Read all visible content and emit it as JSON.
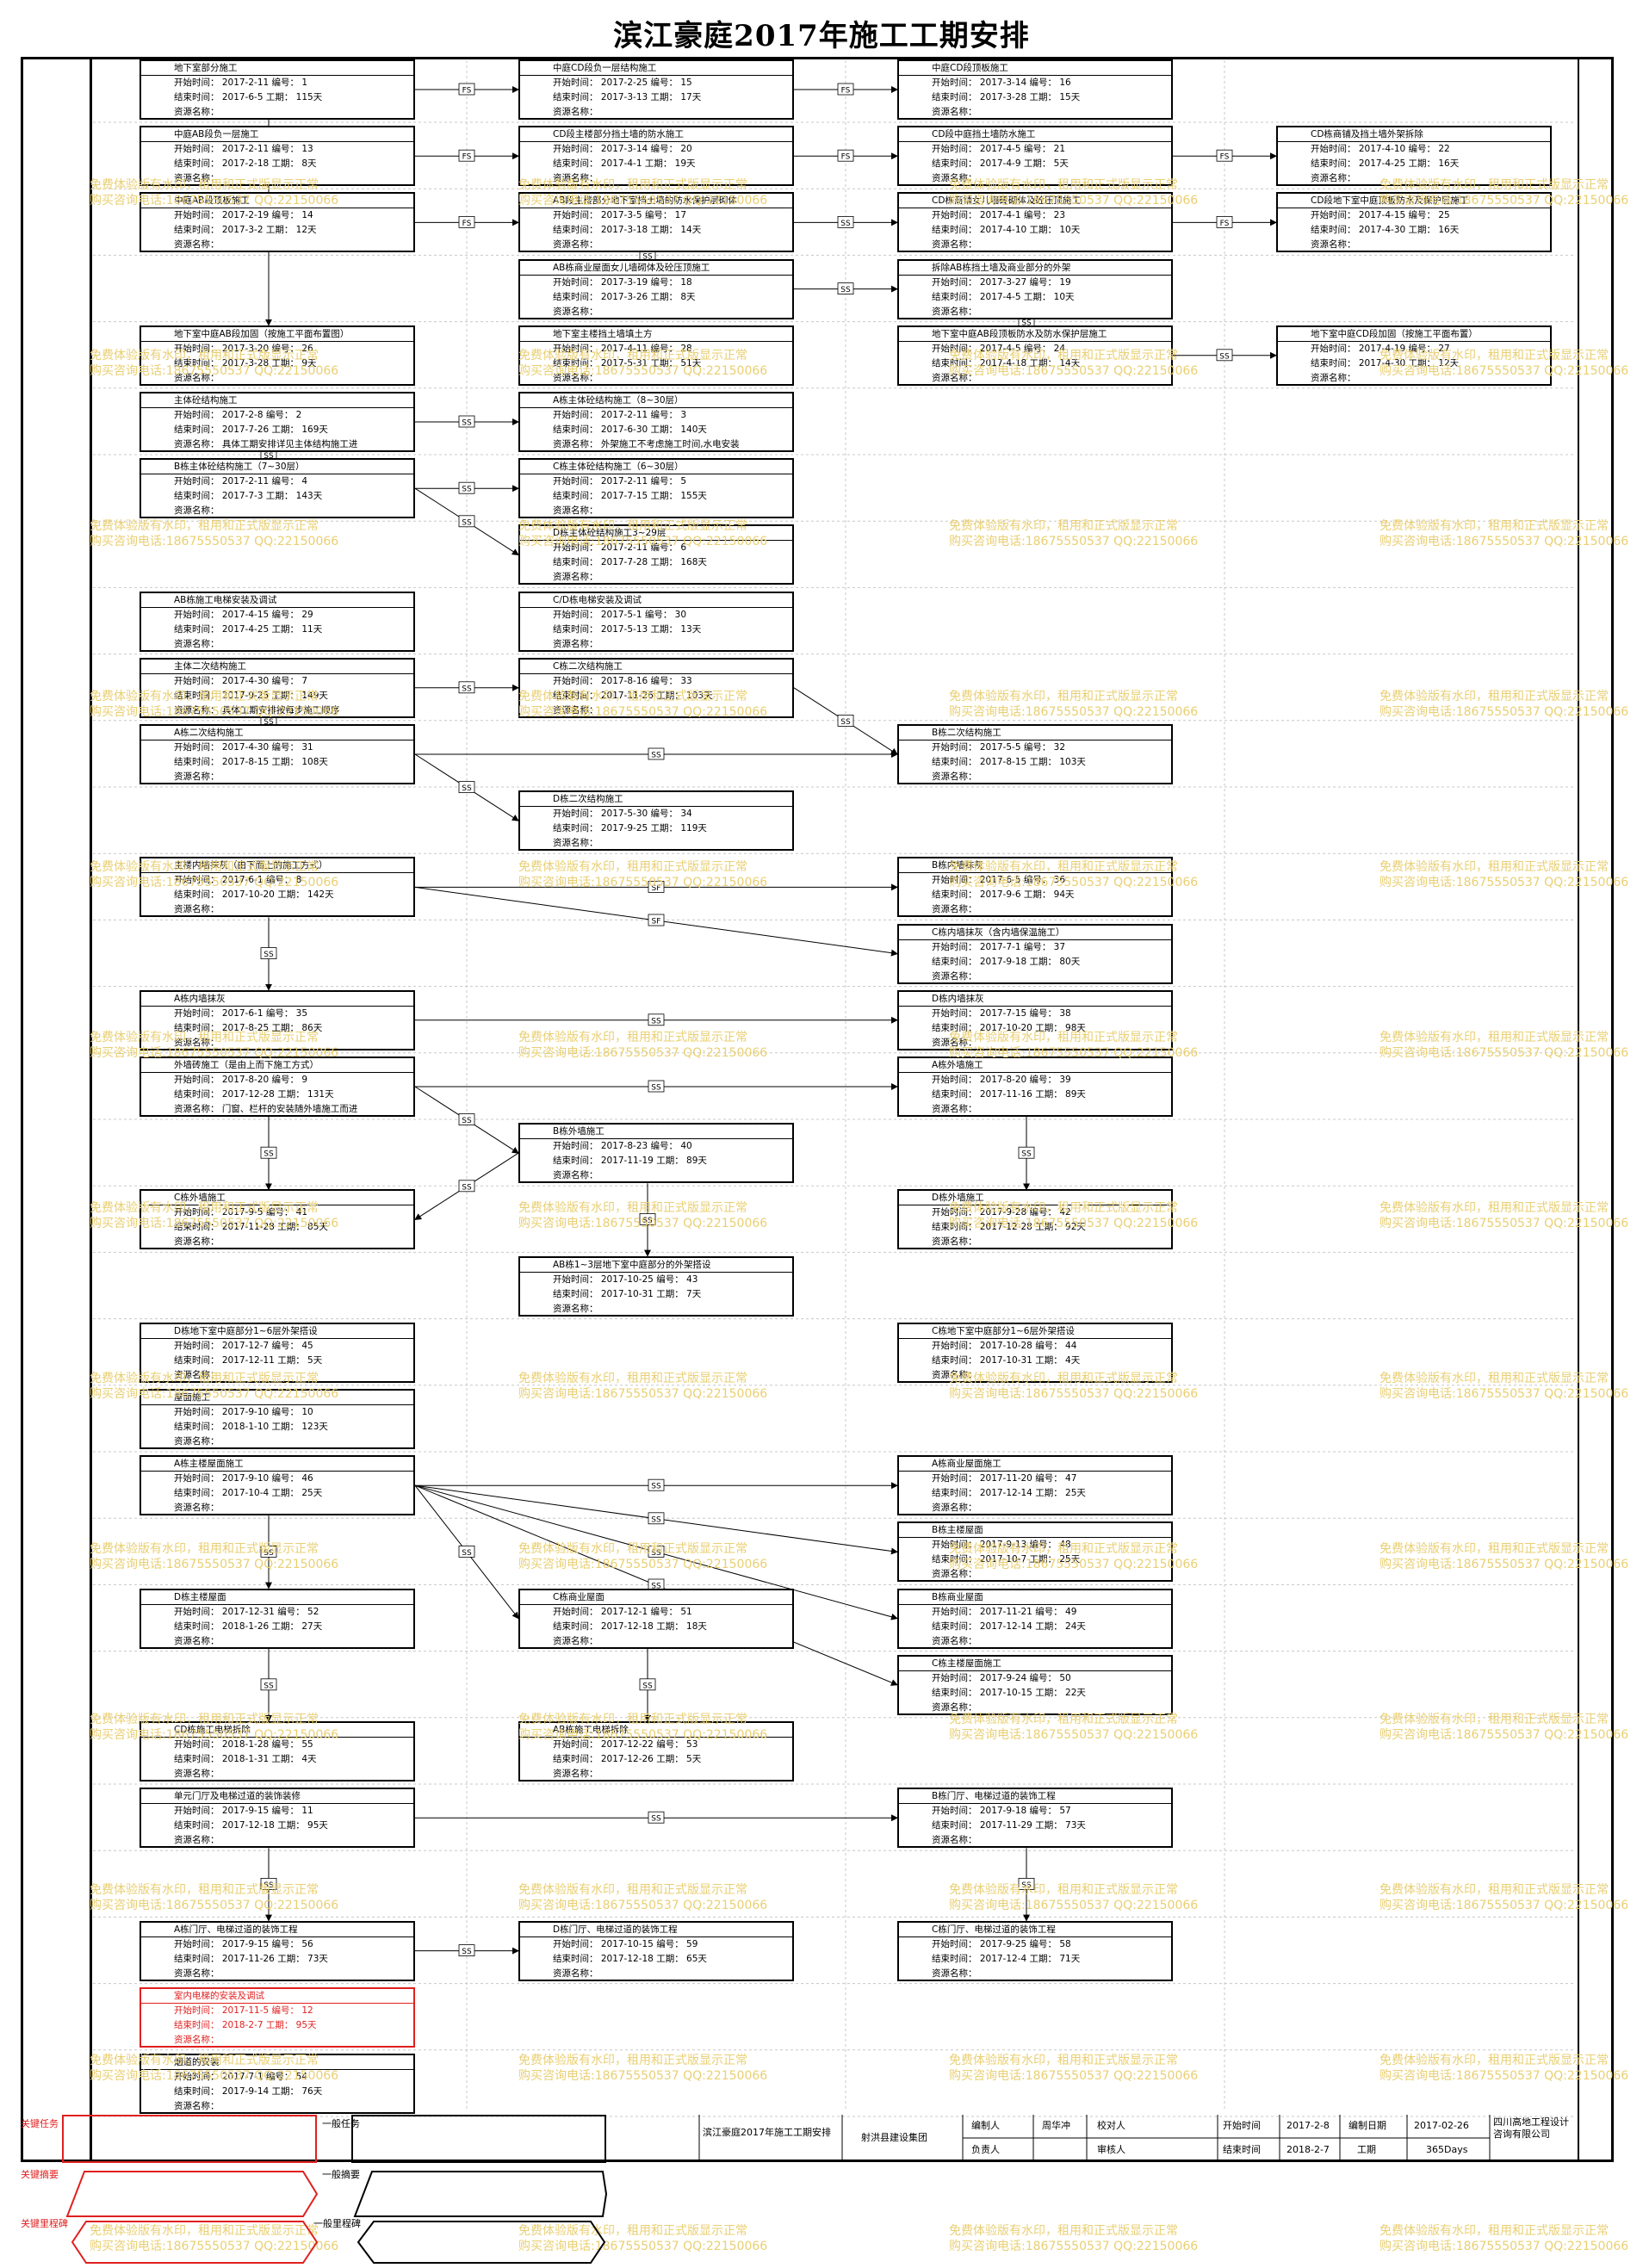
{
  "title": "滨江豪庭2017年施工工期安排",
  "labels": {
    "start": "开始时间：",
    "end": "结束时间：",
    "id": "编号：",
    "dur": "工期：",
    "res": "资源名称："
  },
  "watermark": {
    "line1": "免费体验版有水印，租用和正式版显示正常",
    "line2": "购买咨询电话:18675550537 QQ:22150066"
  },
  "colors": {
    "critical": "#e02020",
    "watermark": "#e9cf73",
    "normal": "#000000"
  },
  "tasks": [
    {
      "name": "地下室部分施工",
      "start": "2017-2-11",
      "id": "1",
      "end": "2017-6-5",
      "dur": "115天",
      "res": ""
    },
    {
      "name": "中庭CD段负一层结构施工",
      "start": "2017-2-25",
      "id": "15",
      "end": "2017-3-13",
      "dur": "17天",
      "res": ""
    },
    {
      "name": "中庭CD段顶板施工",
      "start": "2017-3-14",
      "id": "16",
      "end": "2017-3-28",
      "dur": "15天",
      "res": ""
    },
    {
      "name": "中庭AB段负一层施工",
      "start": "2017-2-11",
      "id": "13",
      "end": "2017-2-18",
      "dur": "8天",
      "res": ""
    },
    {
      "name": "CD段主楼部分挡土墙的防水施工",
      "start": "2017-3-14",
      "id": "20",
      "end": "2017-4-1",
      "dur": "19天",
      "res": ""
    },
    {
      "name": "CD段中庭挡土墙防水施工",
      "start": "2017-4-5",
      "id": "21",
      "end": "2017-4-9",
      "dur": "5天",
      "res": ""
    },
    {
      "name": "CD栋商铺及挡土墙外架拆除",
      "start": "2017-4-10",
      "id": "22",
      "end": "2017-4-25",
      "dur": "16天",
      "res": ""
    },
    {
      "name": "中庭AB段顶板施工",
      "start": "2017-2-19",
      "id": "14",
      "end": "2017-3-2",
      "dur": "12天",
      "res": ""
    },
    {
      "name": "AB段主楼部分地下室挡土墙的防水保护层砌体",
      "start": "2017-3-5",
      "id": "17",
      "end": "2017-3-18",
      "dur": "14天",
      "res": ""
    },
    {
      "name": "CD栋商铺女儿墙砖砌体及砼压顶施工",
      "start": "2017-4-1",
      "id": "23",
      "end": "2017-4-10",
      "dur": "10天",
      "res": ""
    },
    {
      "name": "CD段地下室中庭顶板防水及保护层施工",
      "start": "2017-4-15",
      "id": "25",
      "end": "2017-4-30",
      "dur": "16天",
      "res": ""
    },
    {
      "name": "AB栋商业屋面女儿墙砌体及砼压顶施工",
      "start": "2017-3-19",
      "id": "18",
      "end": "2017-3-26",
      "dur": "8天",
      "res": ""
    },
    {
      "name": "拆除AB栋挡土墙及商业部分的外架",
      "start": "2017-3-27",
      "id": "19",
      "end": "2017-4-5",
      "dur": "10天",
      "res": ""
    },
    {
      "name": "地下室中庭AB段加固（按施工平面布置图）",
      "start": "2017-3-20",
      "id": "26",
      "end": "2017-3-28",
      "dur": "9天",
      "res": ""
    },
    {
      "name": "地下室主楼挡土墙填土方",
      "start": "2017-4-11",
      "id": "28",
      "end": "2017-5-31",
      "dur": "51天",
      "res": ""
    },
    {
      "name": "地下室中庭AB段顶板防水及防水保护层施工",
      "start": "2017-4-5",
      "id": "24",
      "end": "2017-4-18",
      "dur": "14天",
      "res": ""
    },
    {
      "name": "地下室中庭CD段加固（按施工平面布置）",
      "start": "2017-4-19",
      "id": "27",
      "end": "2017-4-30",
      "dur": "12天",
      "res": ""
    },
    {
      "name": "主体砼结构施工",
      "start": "2017-2-8",
      "id": "2",
      "end": "2017-7-26",
      "dur": "169天",
      "res": "具体工期安排详见主体结构施工进"
    },
    {
      "name": "A栋主体砼结构施工（8~30层）",
      "start": "2017-2-11",
      "id": "3",
      "end": "2017-6-30",
      "dur": "140天",
      "res": "外架施工不考虑施工时间,水电安装"
    },
    {
      "name": "B栋主体砼结构施工（7~30层）",
      "start": "2017-2-11",
      "id": "4",
      "end": "2017-7-3",
      "dur": "143天",
      "res": ""
    },
    {
      "name": "C栋主体砼结构施工（6~30层）",
      "start": "2017-2-11",
      "id": "5",
      "end": "2017-7-15",
      "dur": "155天",
      "res": ""
    },
    {
      "name": "D栋主体砼结构施工3~29层",
      "start": "2017-2-11",
      "id": "6",
      "end": "2017-7-28",
      "dur": "168天",
      "res": ""
    },
    {
      "name": "AB栋施工电梯安装及调试",
      "start": "2017-4-15",
      "id": "29",
      "end": "2017-4-25",
      "dur": "11天",
      "res": ""
    },
    {
      "name": "C/D栋电梯安装及调试",
      "start": "2017-5-1",
      "id": "30",
      "end": "2017-5-13",
      "dur": "13天",
      "res": ""
    },
    {
      "name": "主体二次结构施工",
      "start": "2017-4-30",
      "id": "7",
      "end": "2017-9-25",
      "dur": "149天",
      "res": "具体工期安排按每步施工顺序"
    },
    {
      "name": "C栋二次结构施工",
      "start": "2017-8-16",
      "id": "33",
      "end": "2017-11-26",
      "dur": "103天",
      "res": ""
    },
    {
      "name": "A栋二次结构施工",
      "start": "2017-4-30",
      "id": "31",
      "end": "2017-8-15",
      "dur": "108天",
      "res": ""
    },
    {
      "name": "B栋二次结构施工",
      "start": "2017-5-5",
      "id": "32",
      "end": "2017-8-15",
      "dur": "103天",
      "res": ""
    },
    {
      "name": "D栋二次结构施工",
      "start": "2017-5-30",
      "id": "34",
      "end": "2017-9-25",
      "dur": "119天",
      "res": ""
    },
    {
      "name": "主楼内墙抹灰（由下而上的施工方式）",
      "start": "2017-6-1",
      "id": "8",
      "end": "2017-10-20",
      "dur": "142天",
      "res": ""
    },
    {
      "name": "B栋内墙抹灰",
      "start": "2017-6-5",
      "id": "36",
      "end": "2017-9-6",
      "dur": "94天",
      "res": ""
    },
    {
      "name": "C栋内墙抹灰（含内墙保温施工）",
      "start": "2017-7-1",
      "id": "37",
      "end": "2017-9-18",
      "dur": "80天",
      "res": ""
    },
    {
      "name": "A栋内墙抹灰",
      "start": "2017-6-1",
      "id": "35",
      "end": "2017-8-25",
      "dur": "86天",
      "res": ""
    },
    {
      "name": "D栋内墙抹灰",
      "start": "2017-7-15",
      "id": "38",
      "end": "2017-10-20",
      "dur": "98天",
      "res": ""
    },
    {
      "name": "外墙砖施工（是由上而下施工方式）",
      "start": "2017-8-20",
      "id": "9",
      "end": "2017-12-28",
      "dur": "131天",
      "res": "门窗、栏杆的安装随外墙施工而进"
    },
    {
      "name": "A栋外墙施工",
      "start": "2017-8-20",
      "id": "39",
      "end": "2017-11-16",
      "dur": "89天",
      "res": ""
    },
    {
      "name": "B栋外墙施工",
      "start": "2017-8-23",
      "id": "40",
      "end": "2017-11-19",
      "dur": "89天",
      "res": ""
    },
    {
      "name": "C栋外墙施工",
      "start": "2017-9-5",
      "id": "41",
      "end": "2017-11-28",
      "dur": "85天",
      "res": ""
    },
    {
      "name": "D栋外墙施工",
      "start": "2017-9-28",
      "id": "42",
      "end": "2017-12-28",
      "dur": "92天",
      "res": ""
    },
    {
      "name": "AB栋1~3层地下室中庭部分的外架搭设",
      "start": "2017-10-25",
      "id": "43",
      "end": "2017-10-31",
      "dur": "7天",
      "res": ""
    },
    {
      "name": "D栋地下室中庭部分1~6层外架搭设",
      "start": "2017-12-7",
      "id": "45",
      "end": "2017-12-11",
      "dur": "5天",
      "res": ""
    },
    {
      "name": "C栋地下室中庭部分1~6层外架搭设",
      "start": "2017-10-28",
      "id": "44",
      "end": "2017-10-31",
      "dur": "4天",
      "res": ""
    },
    {
      "name": "屋面施工",
      "start": "2017-9-10",
      "id": "10",
      "end": "2018-1-10",
      "dur": "123天",
      "res": ""
    },
    {
      "name": "A栋主楼屋面施工",
      "start": "2017-9-10",
      "id": "46",
      "end": "2017-10-4",
      "dur": "25天",
      "res": ""
    },
    {
      "name": "A栋商业屋面施工",
      "start": "2017-11-20",
      "id": "47",
      "end": "2017-12-14",
      "dur": "25天",
      "res": ""
    },
    {
      "name": "B栋主楼屋面",
      "start": "2017-9-13",
      "id": "48",
      "end": "2017-10-7",
      "dur": "25天",
      "res": ""
    },
    {
      "name": "D栋主楼屋面",
      "start": "2017-12-31",
      "id": "52",
      "end": "2018-1-26",
      "dur": "27天",
      "res": ""
    },
    {
      "name": "C栋商业屋面",
      "start": "2017-12-1",
      "id": "51",
      "end": "2017-12-18",
      "dur": "18天",
      "res": ""
    },
    {
      "name": "B栋商业屋面",
      "start": "2017-11-21",
      "id": "49",
      "end": "2017-12-14",
      "dur": "24天",
      "res": ""
    },
    {
      "name": "C栋主楼屋面施工",
      "start": "2017-9-24",
      "id": "50",
      "end": "2017-10-15",
      "dur": "22天",
      "res": ""
    },
    {
      "name": "CD栋施工电梯拆除",
      "start": "2018-1-28",
      "id": "55",
      "end": "2018-1-31",
      "dur": "4天",
      "res": ""
    },
    {
      "name": "AB栋施工电梯拆除",
      "start": "2017-12-22",
      "id": "53",
      "end": "2017-12-26",
      "dur": "5天",
      "res": ""
    },
    {
      "name": "单元门厅及电梯过道的装饰装修",
      "start": "2017-9-15",
      "id": "11",
      "end": "2017-12-18",
      "dur": "95天",
      "res": ""
    },
    {
      "name": "B栋门厅、电梯过道的装饰工程",
      "start": "2017-9-18",
      "id": "57",
      "end": "2017-11-29",
      "dur": "73天",
      "res": ""
    },
    {
      "name": "A栋门厅、电梯过道的装饰工程",
      "start": "2017-9-15",
      "id": "56",
      "end": "2017-11-26",
      "dur": "73天",
      "res": ""
    },
    {
      "name": "D栋门厅、电梯过道的装饰工程",
      "start": "2017-10-15",
      "id": "59",
      "end": "2017-12-18",
      "dur": "65天",
      "res": ""
    },
    {
      "name": "C栋门厅、电梯过道的装饰工程",
      "start": "2017-9-25",
      "id": "58",
      "end": "2017-12-4",
      "dur": "71天",
      "res": ""
    },
    {
      "name": "室内电梯的安装及调试",
      "start": "2017-11-5",
      "id": "12",
      "end": "2018-2-7",
      "dur": "95天",
      "res": ""
    },
    {
      "name": "烟道的安装",
      "start": "2017-7-1",
      "id": "54",
      "end": "2017-9-14",
      "dur": "76天",
      "res": ""
    }
  ],
  "legend": {
    "crit_task": "关键任务",
    "normal_task": "一般任务",
    "crit_summary": "关键摘要",
    "normal_summary": "一般摘要",
    "crit_milestone": "关键里程碑",
    "normal_milestone": "一般里程碑"
  },
  "footer": {
    "project": "滨江豪庭2017年施工工期安排",
    "org": "射洪县建设集团",
    "editor_label": "编制人",
    "editor": "周华冲",
    "checker_label": "校对人",
    "checker": "",
    "owner_label": "负责人",
    "owner": "",
    "reviewer_label": "审核人",
    "reviewer": "",
    "start_label": "开始时间",
    "start": "2017-2-8",
    "end_label": "结束时间",
    "end": "2018-2-7",
    "date_label": "编制日期",
    "date": "2017-02-26",
    "period_label": "工期",
    "period": "365Days",
    "company": "四川高地工程设计咨询有限公司"
  },
  "links": [
    "FS",
    "FS",
    "FS",
    "FS",
    "FS",
    "FS",
    "FS",
    "SS",
    "SS",
    "SS",
    "SS",
    "SS",
    "SS",
    "SS",
    "SS",
    "SS",
    "SS",
    "SS",
    "SS",
    "SS",
    "SS",
    "SS",
    "SS",
    "SS",
    "SS",
    "SS",
    "SS",
    "SS",
    "SF",
    "SF",
    "SS",
    "SS",
    "SS",
    "SS",
    "SS",
    "SS",
    "SS",
    "SS",
    "SS",
    "SS",
    "SS",
    "SS",
    "SS",
    "SS",
    "SS",
    "SS",
    "SS",
    "SS",
    "SS",
    "SS",
    "SS",
    "SS",
    "SS",
    "SS",
    "SS",
    "SS",
    "SS",
    "SS",
    "SS"
  ]
}
